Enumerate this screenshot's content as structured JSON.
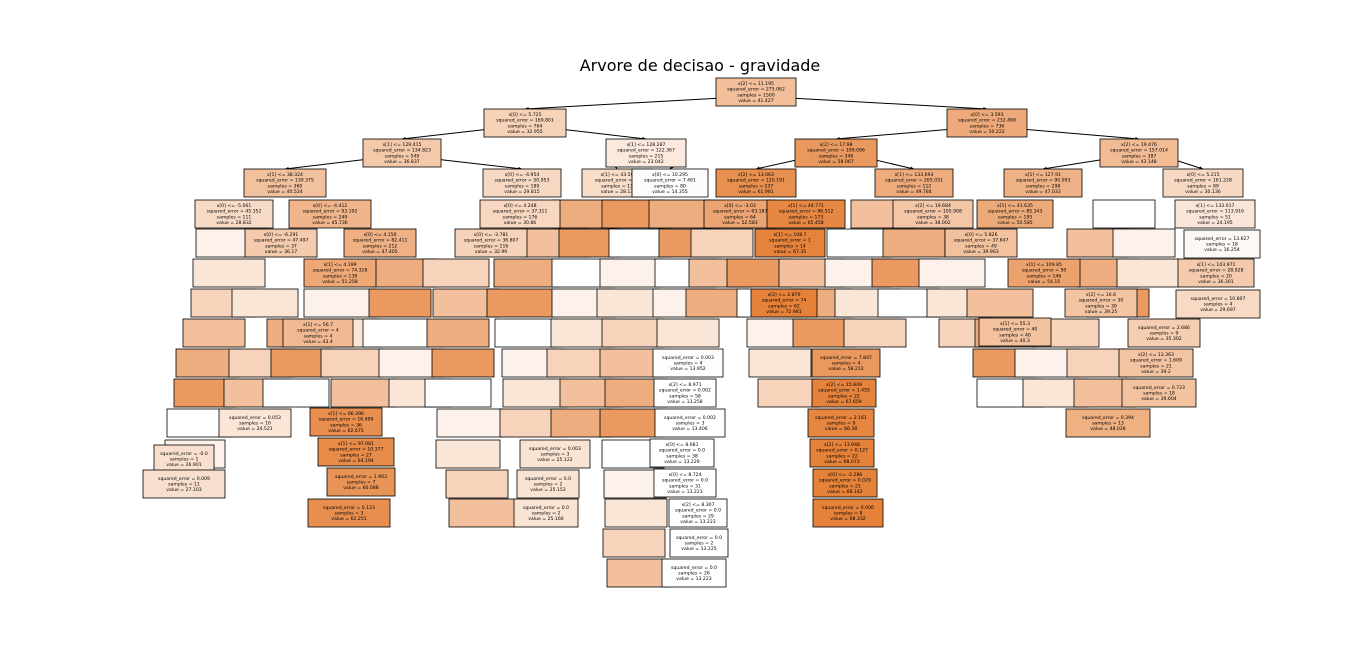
{
  "figure": {
    "title": "Arvore de decisao - gravidade"
  },
  "colors": {
    "background": "#ffffff",
    "value_low": "#ffffff",
    "value_high": "#e58139",
    "edge": "#000000"
  },
  "value_range": [
    13.2,
    68.4
  ],
  "nodes": [
    {
      "id": "root",
      "lines": [
        "x[2] <= 11.195",
        "squared_error = 275.062",
        "samples = 1500",
        "value = 41.427"
      ],
      "value": 41.427
    },
    {
      "id": "n-left",
      "parent": "root",
      "lines": [
        "x[0] <= 5.725",
        "squared_error = 169.801",
        "samples = 764",
        "value = 32.955"
      ],
      "value": 32.955
    },
    {
      "id": "n-right",
      "parent": "root",
      "lines": [
        "x[0] <= 3.593",
        "squared_error = 232.468",
        "samples = 736",
        "value = 50.222"
      ],
      "value": 50.222
    },
    {
      "id": "n-ll",
      "parent": "n-left",
      "lines": [
        "x[1] <= 129.415",
        "squared_error = 134.823",
        "samples = 549",
        "value = 36.837"
      ],
      "value": 36.837
    },
    {
      "id": "n-lr",
      "parent": "n-left",
      "lines": [
        "x[1] <= 128.287",
        "squared_error = 122.367",
        "samples = 215",
        "value = 23.042"
      ],
      "value": 23.042
    },
    {
      "id": "n-rl",
      "parent": "n-right",
      "lines": [
        "x[2] <= 17.98",
        "squared_error = 199.096",
        "samples = 349",
        "value = 58.067"
      ],
      "value": 58.067
    },
    {
      "id": "n-rr",
      "parent": "n-right",
      "lines": [
        "x[2] <= 19.476",
        "squared_error = 157.014",
        "samples = 387",
        "value = 43.148"
      ],
      "value": 43.148
    },
    {
      "id": "n-lll",
      "parent": "n-ll",
      "lines": [
        "x[1] <= 38.324",
        "squared_error = 139.375",
        "samples = 360",
        "value = 40.524"
      ],
      "value": 40.524
    },
    {
      "id": "n-llr",
      "parent": "n-ll",
      "lines": [
        "x[0] <= -4.954",
        "squared_error = 50.953",
        "samples = 189",
        "value = 29.815"
      ],
      "value": 29.815
    },
    {
      "id": "n-lrl",
      "parent": "n-lr",
      "lines": [
        "x[1] <= 43.59",
        "squared_error = 11",
        "samples = 13",
        "value = 28.13"
      ],
      "value": 28.13
    },
    {
      "id": "n-lrr",
      "parent": "n-lr",
      "lines": [
        "x[0] <= 10.295",
        "squared_error = 7.461",
        "samples = 80",
        "value = 14.355"
      ],
      "value": 14.355
    },
    {
      "id": "n-rll",
      "parent": "n-rl",
      "lines": [
        "x[2] <= 13.063",
        "squared_error = 120.191",
        "samples = 237",
        "value = 61.981"
      ],
      "value": 61.981
    },
    {
      "id": "n-rlr",
      "parent": "n-rl",
      "lines": [
        "x[1] <= 133.693",
        "squared_error = 265.031",
        "samples = 112",
        "value = 49.784"
      ],
      "value": 49.784
    },
    {
      "id": "n-rrl",
      "parent": "n-rr",
      "lines": [
        "x[1] <= 127.91",
        "squared_error = 90.093",
        "samples = 298",
        "value = 47.033"
      ],
      "value": 47.033
    },
    {
      "id": "n-rrr",
      "parent": "n-rr",
      "lines": [
        "x[0] <= 5.215",
        "squared_error = 161.228",
        "samples = 89",
        "value = 30.136"
      ],
      "value": 30.136
    },
    {
      "id": "d-a1",
      "lines": [
        "x[0] <= -5.061",
        "squared_error = 45.352",
        "samples = 111",
        "value = 28.832"
      ],
      "value": 28.832
    },
    {
      "id": "d-a2",
      "lines": [
        "x[0] <= -4.412",
        "squared_error = 93.192",
        "samples = 249",
        "value = 45.736"
      ],
      "value": 45.736
    },
    {
      "id": "d-a3",
      "lines": [
        "x[0] <= -6.291",
        "squared_error = 47.497",
        "samples = 37",
        "value = 36.17"
      ],
      "value": 36.17
    },
    {
      "id": "d-a4",
      "lines": [
        "x[0] <= 4.156",
        "squared_error = 82.411",
        "samples = 212",
        "value = 47.405"
      ],
      "value": 47.405
    },
    {
      "id": "d-a5",
      "lines": [
        "x[1] <= 4.199",
        "squared_error = 74.328",
        "samples = 138",
        "value = 51.258"
      ],
      "value": 51.258
    },
    {
      "id": "d-a6",
      "lines": [
        "x[0] <= 4.248",
        "squared_error = 37.311",
        "samples = 176",
        "value = 30.86"
      ],
      "value": 30.86
    },
    {
      "id": "d-a7",
      "lines": [
        "x[0] <= -3.781",
        "squared_error = 36.807",
        "samples = 116",
        "value = 32.99"
      ],
      "value": 32.99
    },
    {
      "id": "d-a8",
      "lines": [
        "x[0] <= -3.03",
        "squared_error = 63.187",
        "samples = 64",
        "value = 52.583"
      ],
      "value": 52.583
    },
    {
      "id": "d-a9",
      "lines": [
        "x[1] <= 44.771",
        "squared_error = 96.512",
        "samples = 173",
        "value = 65.458"
      ],
      "value": 65.458
    },
    {
      "id": "d-a10",
      "lines": [
        "x[2] <= 19.684",
        "squared_error = 105.908",
        "samples = 38",
        "value = 38.002"
      ],
      "value": 38.002
    },
    {
      "id": "d-a11",
      "lines": [
        "x[1] <= 41.635",
        "squared_error = 85.343",
        "samples = 195",
        "value = 50.585"
      ],
      "value": 50.585
    },
    {
      "id": "d-a12",
      "lines": [
        "x[1] <= 133.017",
        "squared_error = 113.916",
        "samples = 51",
        "value = 24.195"
      ],
      "value": 24.195
    },
    {
      "id": "d-a13",
      "lines": [
        "x[0] <= 5.826",
        "squared_error = 37.647",
        "samples = 49",
        "value = 39.963"
      ],
      "value": 39.963
    },
    {
      "id": "d-a14",
      "lines": [
        "squared_error = 13.627",
        "samples = 18",
        "value = 16.254"
      ],
      "value": 16.254
    },
    {
      "id": "d-a15",
      "lines": [
        "x[1] <= 103.971",
        "squared_error = 28.928",
        "samples = 20",
        "value = 36.301"
      ],
      "value": 36.301
    },
    {
      "id": "d-a16",
      "lines": [
        "squared_error = 10.807",
        "samples = 4",
        "value = 29.697"
      ],
      "value": 29.697
    },
    {
      "id": "d-a17",
      "lines": [
        "x[1] <= 56.7",
        "squared_error = 4",
        "samples = 4",
        "value = 43.4"
      ],
      "value": 43.4
    },
    {
      "id": "d-a18",
      "lines": [
        "squared_error = 2.686",
        "samples = 9",
        "value = 35.302"
      ],
      "value": 35.302
    },
    {
      "id": "d-a19",
      "lines": [
        "x[2] <= 13.363",
        "squared_error = 1.609",
        "samples = 21",
        "value = 39.2"
      ],
      "value": 39.2
    },
    {
      "id": "d-a20",
      "lines": [
        "squared_error = 0.723",
        "samples = 18",
        "value = 39.604"
      ],
      "value": 39.604
    },
    {
      "id": "d-a21",
      "lines": [
        "squared_error = 0.394",
        "samples = 13",
        "value = 48.028"
      ],
      "value": 48.028
    },
    {
      "id": "d-a22",
      "lines": [
        "squared_error = 7.847",
        "samples = 4",
        "value = 58.212"
      ],
      "value": 58.212
    },
    {
      "id": "d-a23",
      "lines": [
        "x[2] <= 15.849",
        "squared_error = 1.455",
        "samples = 22",
        "value = 67.659"
      ],
      "value": 67.659
    },
    {
      "id": "d-a24",
      "lines": [
        "squared_error = 2.161",
        "samples = 9",
        "value = 66.38"
      ],
      "value": 66.38
    },
    {
      "id": "d-a25",
      "lines": [
        "x[2] <= 13.948",
        "squared_error = 0.127",
        "samples = 22",
        "value = 68.073"
      ],
      "value": 68.073
    },
    {
      "id": "d-a26",
      "lines": [
        "x[0] <= -2.286",
        "squared_error = 0.029",
        "samples = 21",
        "value = 68.142"
      ],
      "value": 68.142
    },
    {
      "id": "d-a27",
      "lines": [
        "squared_error = 0.006",
        "samples = 8",
        "value = 68.332"
      ],
      "value": 68.332
    },
    {
      "id": "d-a28",
      "lines": [
        "x[1] <= 66.396",
        "squared_error = 16.499",
        "samples = 36",
        "value = 62.675"
      ],
      "value": 62.675
    },
    {
      "id": "d-a29",
      "lines": [
        "x[1] <= 97.081",
        "squared_error = 10.377",
        "samples = 27",
        "value = 64.194"
      ],
      "value": 64.194
    },
    {
      "id": "d-a30",
      "lines": [
        "squared_error = 1.903",
        "samples = 7",
        "value = 60.088"
      ],
      "value": 60.088
    },
    {
      "id": "d-a31",
      "lines": [
        "squared_error = 0.123",
        "samples = 3",
        "value = 62.251"
      ],
      "value": 62.251
    },
    {
      "id": "d-a32",
      "lines": [
        "squared_error = 0.053",
        "samples = 10",
        "value = 24.521"
      ],
      "value": 24.521
    },
    {
      "id": "d-a33",
      "lines": [
        "squared_error = -0.0",
        "samples = 1",
        "value = 26.901"
      ],
      "value": 26.901
    },
    {
      "id": "d-a34",
      "lines": [
        "squared_error = 0.009",
        "samples = 11",
        "value = 27.103"
      ],
      "value": 27.103
    },
    {
      "id": "d-a35",
      "lines": [
        "squared_error = 0.003",
        "samples = 3",
        "value = 25.122"
      ],
      "value": 25.122
    },
    {
      "id": "d-a36",
      "lines": [
        "squared_error = 0.0",
        "samples = 2",
        "value = 25.153"
      ],
      "value": 25.153
    },
    {
      "id": "d-a37",
      "lines": [
        "squared_error = 0.0",
        "samples = 2",
        "value = 25.166"
      ],
      "value": 25.166
    },
    {
      "id": "d-a38",
      "lines": [
        "squared_error = 0.003",
        "samples = 4",
        "value = 13.952"
      ],
      "value": 13.952
    },
    {
      "id": "d-a39",
      "lines": [
        "x[2] <= 8.971",
        "squared_error = 0.002",
        "samples = 58",
        "value = 13.258"
      ],
      "value": 13.258
    },
    {
      "id": "d-a40",
      "lines": [
        "squared_error = 0.002",
        "samples = 3",
        "value = 13.406"
      ],
      "value": 13.406
    },
    {
      "id": "d-a41",
      "lines": [
        "x[0] <= 8.681",
        "squared_error = 0.0",
        "samples = 38",
        "value = 13.229"
      ],
      "value": 13.229
    },
    {
      "id": "d-a42",
      "lines": [
        "x[0] <= 8.724",
        "squared_error = 0.0",
        "samples = 31",
        "value = 13.223"
      ],
      "value": 13.223
    },
    {
      "id": "d-a43",
      "lines": [
        "x[2] <= 8.307",
        "squared_error = 0.0",
        "samples = 29",
        "value = 13.223"
      ],
      "value": 13.223
    },
    {
      "id": "d-a44",
      "lines": [
        "squared_error = 0.0",
        "samples = 2",
        "value = 13.225"
      ],
      "value": 13.225
    },
    {
      "id": "d-a45",
      "lines": [
        "squared_error = 0.0",
        "samples = 26",
        "value = 13.223"
      ],
      "value": 13.223
    },
    {
      "id": "d-a46",
      "lines": [
        "x[1] <= 108.7",
        "squared_error = 1",
        "samples = 14",
        "value = 67.35"
      ],
      "value": 67.35
    },
    {
      "id": "d-a47",
      "lines": [
        "x[1] <= 109.85",
        "squared_error = 50",
        "samples = 146",
        "value = 54.15"
      ],
      "value": 54.15
    },
    {
      "id": "d-a48",
      "lines": [
        "x[2] <= 2.879",
        "squared_error = 74",
        "samples = 62",
        "value = 72.981"
      ],
      "value": 72.981
    },
    {
      "id": "d-a49",
      "lines": [
        "x[2] <= 16.6",
        "squared_error = 30",
        "samples = 30",
        "value = 39.25"
      ],
      "value": 39.25
    },
    {
      "id": "d-a50",
      "lines": [
        "x[1] <= 55.3",
        "squared_error = 40",
        "samples = 40",
        "value = 40.3"
      ],
      "value": 40.3
    }
  ]
}
